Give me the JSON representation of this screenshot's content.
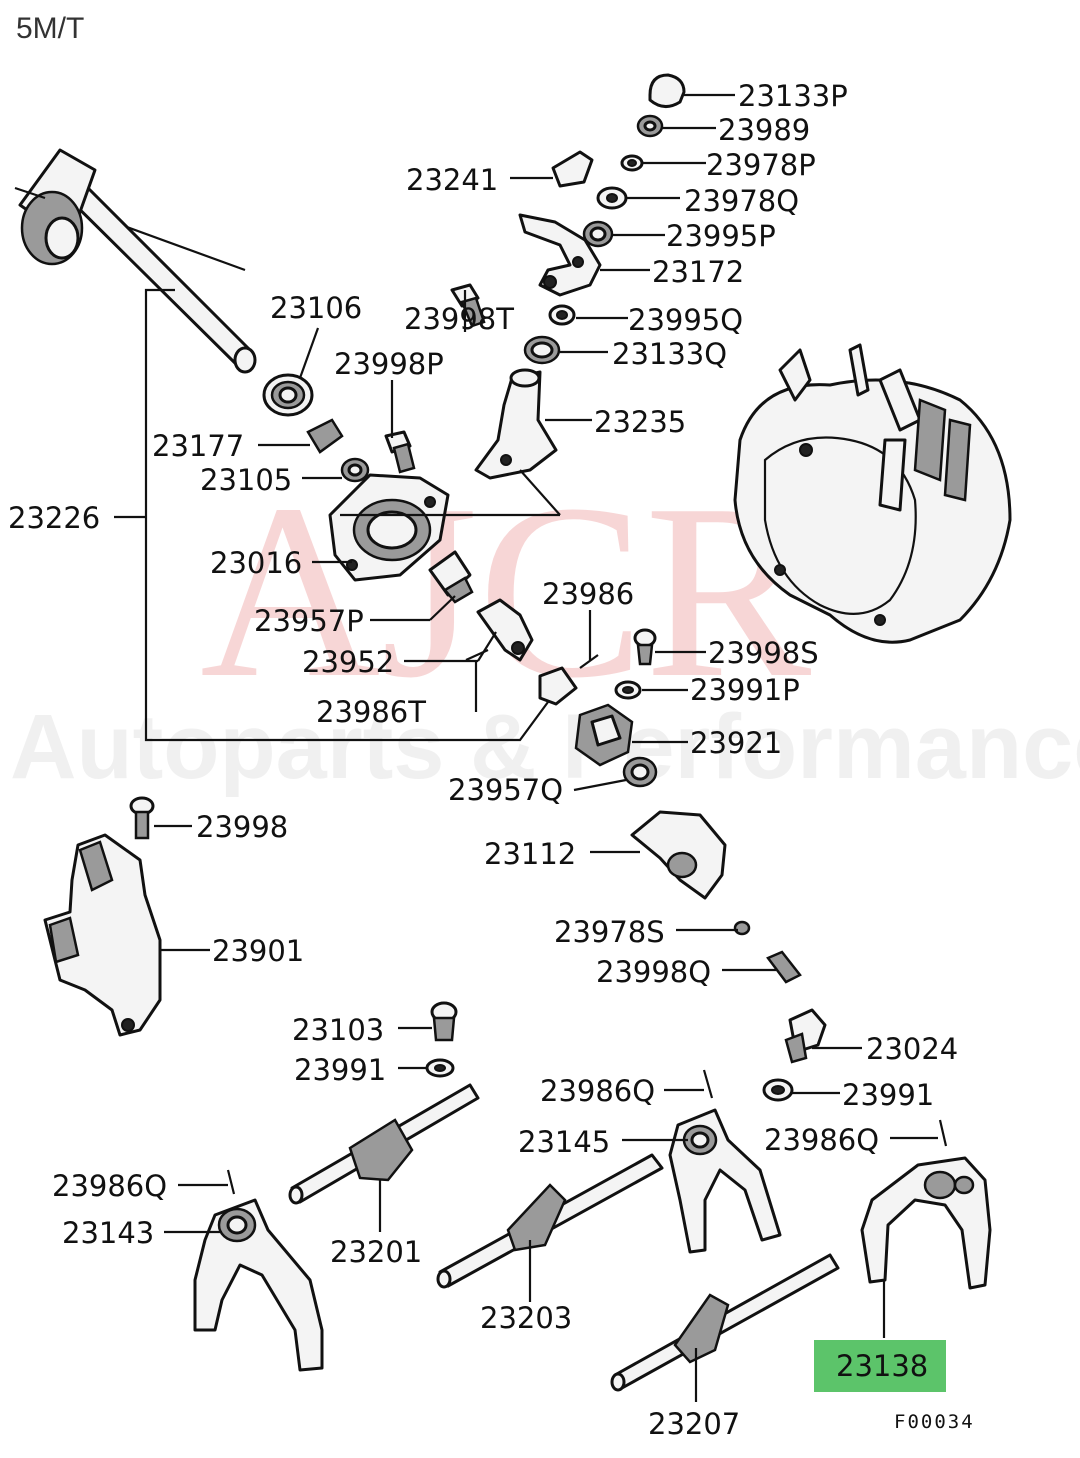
{
  "title": "5M/T",
  "figure_code": "F00034",
  "watermark": {
    "big": "AJCR",
    "sub": "Autoparts & Performance"
  },
  "highlight_color": "#5cc46a",
  "labels": {
    "p23133P": "23133P",
    "p23989": "23989",
    "p23978P": "23978P",
    "p23241": "23241",
    "p23978Q": "23978Q",
    "p23995P": "23995P",
    "p23172": "23172",
    "p23106": "23106",
    "p23998T": "23998T",
    "p23995Q": "23995Q",
    "p23133Q": "23133Q",
    "p23998P": "23998P",
    "p23235": "23235",
    "p23177": "23177",
    "p23105": "23105",
    "p23226": "23226",
    "p23016": "23016",
    "p23986": "23986",
    "p23957P": "23957P",
    "p23998S": "23998S",
    "p23952": "23952",
    "p23991P": "23991P",
    "p23986T": "23986T",
    "p23921": "23921",
    "p23957Q": "23957Q",
    "p23998": "23998",
    "p23112": "23112",
    "p23901": "23901",
    "p23978S": "23978S",
    "p23998Q": "23998Q",
    "p23103": "23103",
    "p23024": "23024",
    "p23991a": "23991",
    "p23991b": "23991",
    "p23986Qa": "23986Q",
    "p23986Qb": "23986Q",
    "p23145": "23145",
    "p23986Qc": "23986Q",
    "p23143": "23143",
    "p23201": "23201",
    "p23203": "23203",
    "p23138": "23138",
    "p23207": "23207"
  },
  "icons": {
    "cap": "cap-icon",
    "nut": "nut-icon",
    "washer": "washer-icon",
    "bolt": "bolt-icon",
    "boot": "boot-icon",
    "bushing": "bushing-icon",
    "lever": "lever-icon",
    "housing": "housing-icon",
    "transmission": "transmission-icon",
    "fork": "fork-icon",
    "rail": "rail-icon",
    "pin": "pin-icon",
    "bracket": "bracket-icon"
  }
}
